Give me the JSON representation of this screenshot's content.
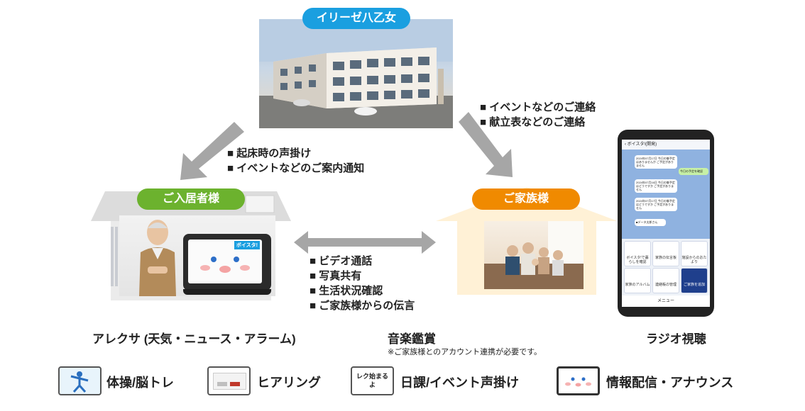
{
  "facility": {
    "name": "イリーゼ八乙女",
    "color": "#1a9fe0"
  },
  "resident": {
    "label": "ご入居者様",
    "color": "#6cb22e",
    "device_brand": "ボイスタ!"
  },
  "family": {
    "label": "ご家族様",
    "color": "#f08a00"
  },
  "notes": {
    "facility_to_resident": [
      "■ 起床時の声掛け",
      "■ イベントなどのご案内通知"
    ],
    "facility_to_family": [
      "■ イベントなどのご連絡",
      "■ 献立表などのご連絡"
    ],
    "resident_family": [
      "■ ビデオ通話",
      "■ 写真共有",
      "■ 生活状況確認",
      "■ ご家族様からの伝言"
    ]
  },
  "features": {
    "alexa": "アレクサ (天気・ニュース・アラーム)",
    "music": "音楽鑑賞",
    "music_note": "※ご家族様とのアカウント連携が必要です。",
    "radio": "ラジオ視聴"
  },
  "legend": [
    {
      "label": "体操/脳トレ",
      "icon": "exercise-thumbnail"
    },
    {
      "label": "ヒアリング",
      "icon": "hearing-thumbnail"
    },
    {
      "label": "日課/イベント声掛け",
      "icon": "routine-thumbnail",
      "thumb_text": "レク始まるよ"
    },
    {
      "label": "情報配信・アナウンス",
      "icon": "face-thumbnail"
    }
  ],
  "phone": {
    "chat_title": "ボイスタ!(開発)",
    "chat_messages": [
      "2024年07月17日 今日の御予定はありませんか ご予定がありません",
      "今日の予定を確認",
      "2024年07月16日 今日の御予定はどうですか ご予定がありません",
      "2024年07月17日 今日の御予定はどうですか ご予定がありません",
      "■データ太郎さん"
    ],
    "menu_tiles": [
      "ボイスタ!で暮らしを確認",
      "家族の伝言板",
      "施設からのおたより",
      "家族のアルバム",
      "連絡帳の管理",
      "ご家族を追加"
    ],
    "bottom_bar": "メニュー"
  }
}
